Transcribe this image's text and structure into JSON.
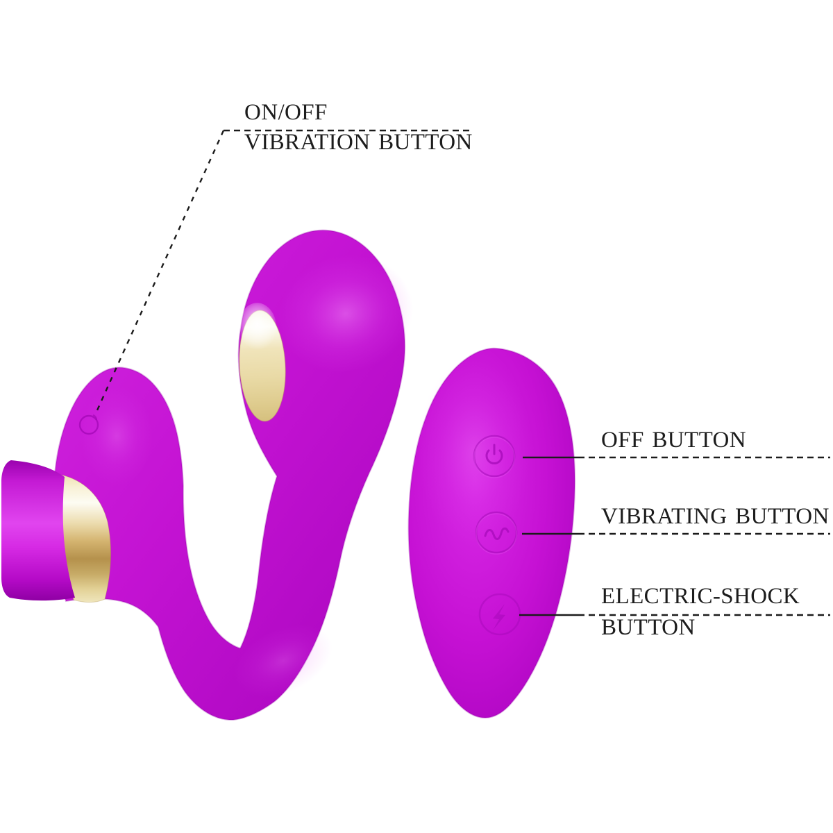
{
  "background": "#ffffff",
  "callouts": {
    "onoff_vibration": {
      "line1": "ON/OFF",
      "line2": "VIBRATION BUTTON"
    },
    "off": {
      "label": "OFF BUTTON"
    },
    "vibrating": {
      "label": "VIBRATING BUTTON"
    },
    "electric_shock": {
      "line1": "ELECTRIC-SHOCK",
      "line2": "BUTTON"
    }
  },
  "remote_buttons": [
    {
      "icon": "power-icon"
    },
    {
      "icon": "vibration-wave-icon"
    },
    {
      "icon": "electric-shock-icon"
    }
  ],
  "wearable_button": {
    "icon": "power-ring-icon"
  },
  "colors": {
    "body": "#c414d2",
    "body_dark": "#9c00b2",
    "body_light": "#e44df0",
    "gold_light": "#fdfbee",
    "gold": "#e7d7a2",
    "gold_dark": "#b3924e",
    "text": "#1c1c1c",
    "leader_line": "#1b1b1b"
  }
}
